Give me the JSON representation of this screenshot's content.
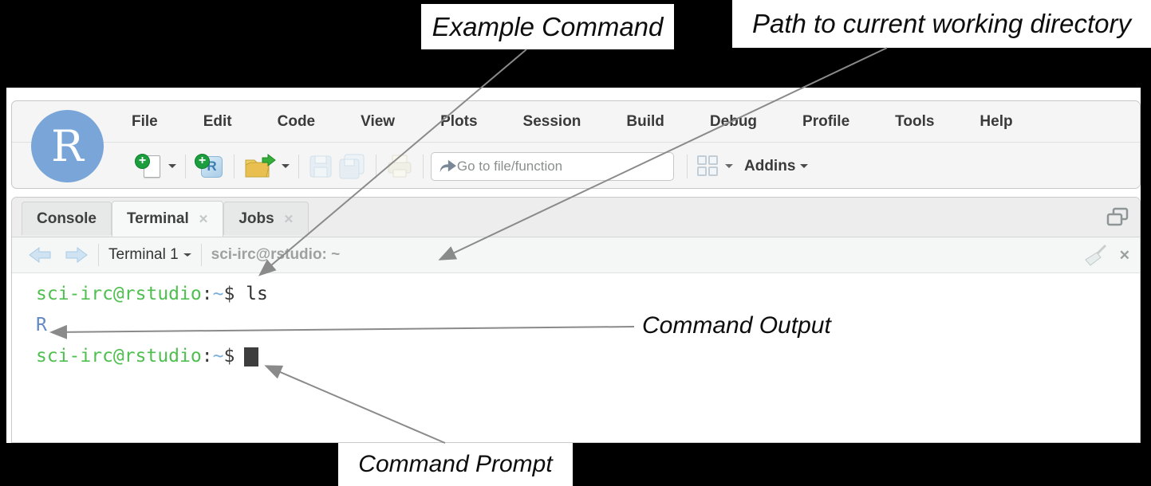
{
  "annotations": {
    "example_command": "Example Command",
    "path_to_cwd": "Path to current working directory",
    "command_output": "Command Output",
    "command_prompt": "Command Prompt"
  },
  "logo": {
    "letter": "R"
  },
  "menu": {
    "items": [
      "File",
      "Edit",
      "Code",
      "View",
      "Plots",
      "Session",
      "Build",
      "Debug",
      "Profile",
      "Tools",
      "Help"
    ]
  },
  "toolbar": {
    "goto_placeholder": "Go to file/function",
    "addins_label": "Addins"
  },
  "tabs": [
    {
      "label": "Console"
    },
    {
      "label": "Terminal",
      "close_glyph": "✕"
    },
    {
      "label": "Jobs",
      "close_glyph": "✕"
    }
  ],
  "terminal_toolbar": {
    "terminal_selector": "Terminal 1",
    "cwd": "sci-irc@rstudio: ~",
    "close_glyph": "✕"
  },
  "terminal": {
    "prompt": {
      "user": "sci-irc@rstudio",
      "colon": ":",
      "tilde": "~",
      "dollar": "$"
    },
    "command": "ls",
    "output": "R"
  },
  "colors": {
    "prompt_green": "#4fbf4f",
    "tilde_blue": "#79aede",
    "output_blue": "#6389c5",
    "logo_blue": "#79a5d8",
    "arrow_gray": "#8a8a8a",
    "background": "#000000"
  }
}
